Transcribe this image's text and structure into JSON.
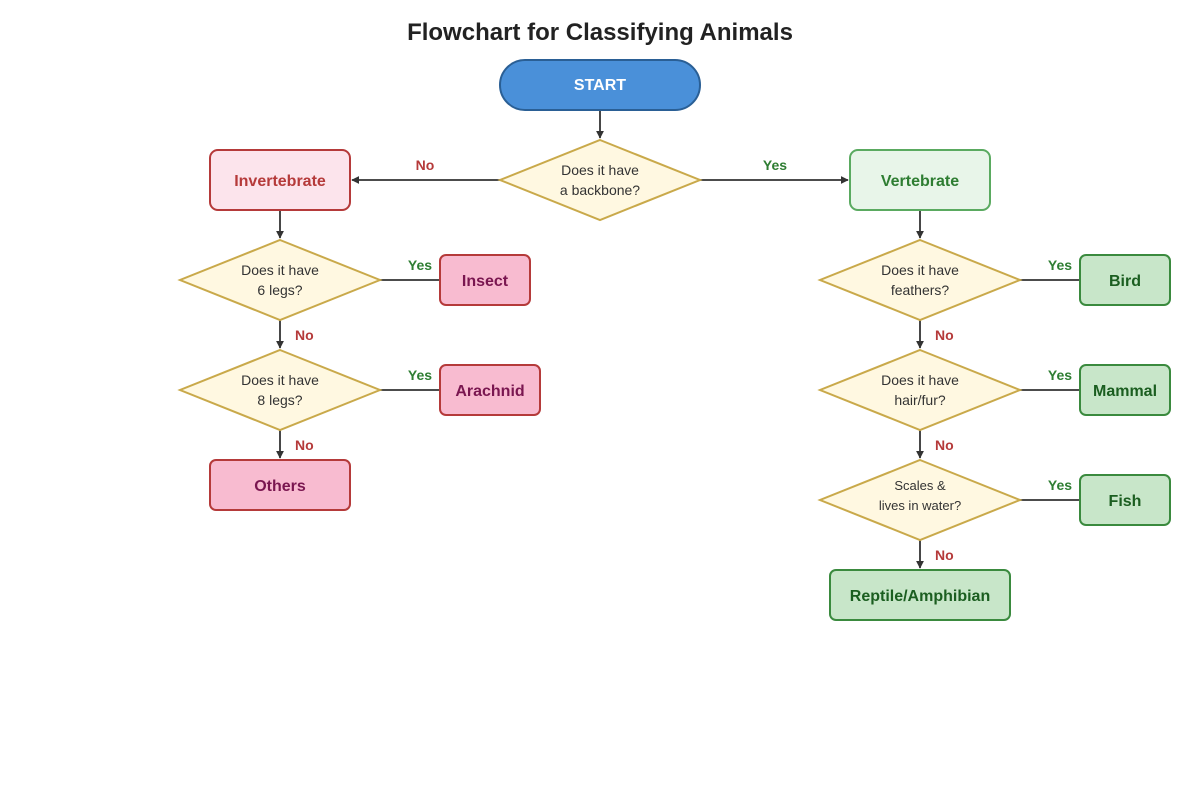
{
  "title": "Flowchart for Classifying Animals",
  "colors": {
    "start_fill": "#4a90d9",
    "start_stroke": "#2a5f95",
    "decision_fill": "#fff8e1",
    "decision_stroke": "#c9a94a",
    "invertebrate_fill": "#fce4ec",
    "invertebrate_stroke": "#b53a3a",
    "invertebrate_text": "#b53a3a",
    "vertebrate_fill": "#e8f5e9",
    "vertebrate_stroke": "#5aaa60",
    "vertebrate_text": "#2e7d32",
    "invert_leaf_fill": "#f8bbd0",
    "invert_leaf_stroke": "#b53a3a",
    "invert_leaf_text": "#7a1650",
    "vert_leaf_fill": "#c8e6c9",
    "vert_leaf_stroke": "#3a8a3e",
    "vert_leaf_text": "#1b5e20",
    "yes_label": "#2e7d32",
    "no_label": "#b53a3a",
    "connector": "#333333"
  },
  "start": {
    "label": "START"
  },
  "decisions": {
    "backbone": {
      "line1": "Does it have",
      "line2": "a backbone?"
    },
    "six_legs": {
      "line1": "Does it have",
      "line2": "6 legs?"
    },
    "eight_legs": {
      "line1": "Does it have",
      "line2": "8 legs?"
    },
    "feathers": {
      "line1": "Does it have",
      "line2": "feathers?"
    },
    "hair_fur": {
      "line1": "Does it have",
      "line2": "hair/fur?"
    },
    "scales_water": {
      "line1": "Scales &",
      "line2": "lives in water?"
    }
  },
  "categories": {
    "invertebrate": "Invertebrate",
    "vertebrate": "Vertebrate"
  },
  "leaves": {
    "insect": "Insect",
    "arachnid": "Arachnid",
    "others": "Others",
    "bird": "Bird",
    "mammal": "Mammal",
    "fish": "Fish",
    "reptile_amphibian": "Reptile/Amphibian"
  },
  "edge_labels": {
    "backbone_no": "No",
    "backbone_yes": "Yes",
    "six_legs_yes": "Yes",
    "six_legs_no": "No",
    "eight_legs_yes": "Yes",
    "eight_legs_no": "No",
    "feathers_yes": "Yes",
    "feathers_no": "No",
    "hair_fur_yes": "Yes",
    "hair_fur_no": "No",
    "scales_water_yes": "Yes",
    "scales_water_no": "No"
  }
}
